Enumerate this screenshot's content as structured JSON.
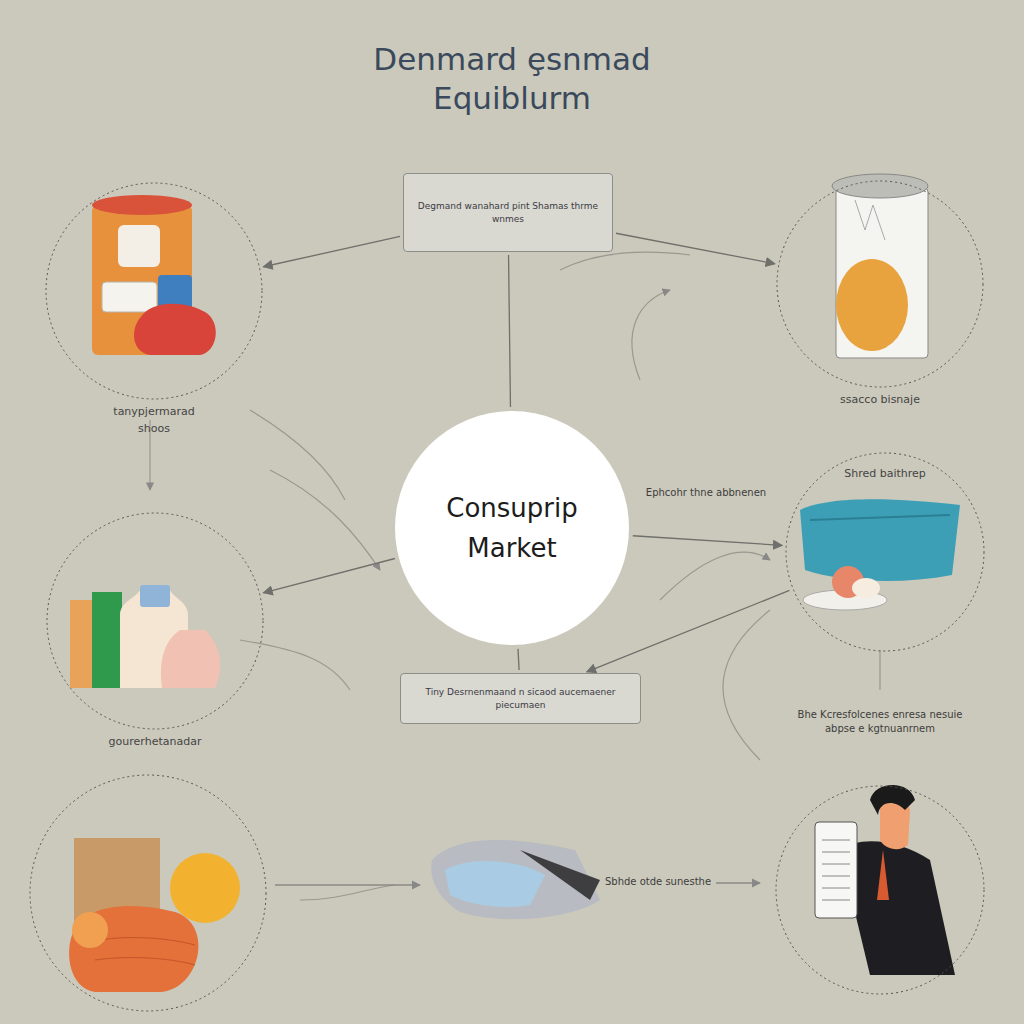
{
  "diagram": {
    "title": "Denmard ȩsnmad Equiblurm",
    "nodes": [
      {
        "text": [
          "tanypjermarad",
          "shoos"
        ]
      },
      {
        "text": [
          "Degmand wanahard pint Shamas thrme wnmes"
        ]
      },
      {
        "text": [
          "ssacco bisnaje"
        ]
      },
      {
        "text": [
          "Consuprip Market"
        ]
      },
      {
        "text": [
          "Shred baithrep"
        ]
      },
      {
        "text": [
          "gourerhetanadar"
        ]
      },
      {
        "text": [
          "Tiny Desrnenmaand n sicaod aucemaener piecumaen"
        ]
      }
    ],
    "edges": [
      {
        "from": 1,
        "to": 0,
        "arrow": "to"
      },
      {
        "from": 1,
        "to": 2,
        "arrow": "to"
      },
      {
        "from": 1,
        "to": 3,
        "arrow": "none"
      },
      {
        "from": 3,
        "to": 6,
        "arrow": "none"
      },
      {
        "from": 3,
        "to": 5,
        "arrow": "to"
      },
      {
        "from": 3,
        "to": 4,
        "arrow": "to"
      },
      {
        "from": 4,
        "to": 6,
        "arrow": "to"
      }
    ],
    "labels": [
      "Ephcohr thne abbnenen",
      "Bhe Kcresfolcenes enresa nesuie abpse e kgtnuanrnem",
      "Sbhde otde sunesthe"
    ]
  }
}
